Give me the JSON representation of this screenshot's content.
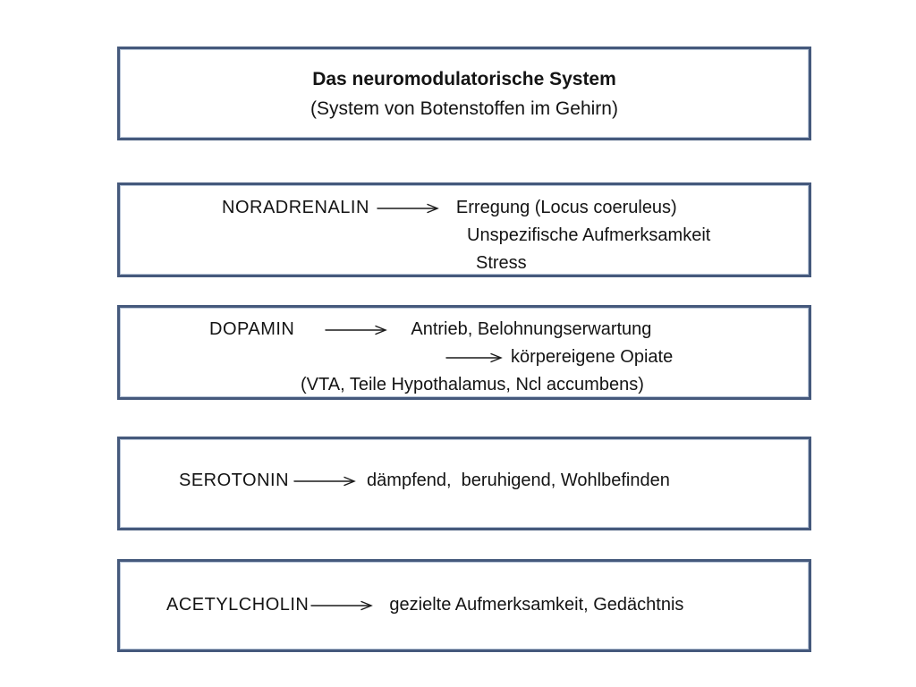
{
  "slide": {
    "title_box": {
      "title": "Das neuromodulatorische System",
      "subtitle": "(System von Botenstoffen im Gehirn)"
    },
    "boxes": [
      {
        "label": "NORADRENALIN",
        "result1": "Erregung (Locus coeruleus)",
        "result2": "Unspezifische Aufmerksamkeit",
        "result3": "Stress"
      },
      {
        "label": "DOPAMIN",
        "result1": "Antrieb, Belohnungserwartung",
        "result2": "körpereigene Opiate",
        "result3": "(VTA, Teile Hypothalamus, Ncl accumbens)"
      },
      {
        "label": "SEROTONIN",
        "result1": "dämpfend,  beruhigend, Wohlbefinden"
      },
      {
        "label": "ACETYLCHOLIN",
        "result1": "gezielte Aufmerksamkeit, Gedächtnis"
      }
    ],
    "icons": {
      "arrow_right": "⟶"
    },
    "colors": {
      "border": "#45597c",
      "text": "#141414",
      "background": "#ffffff"
    }
  }
}
